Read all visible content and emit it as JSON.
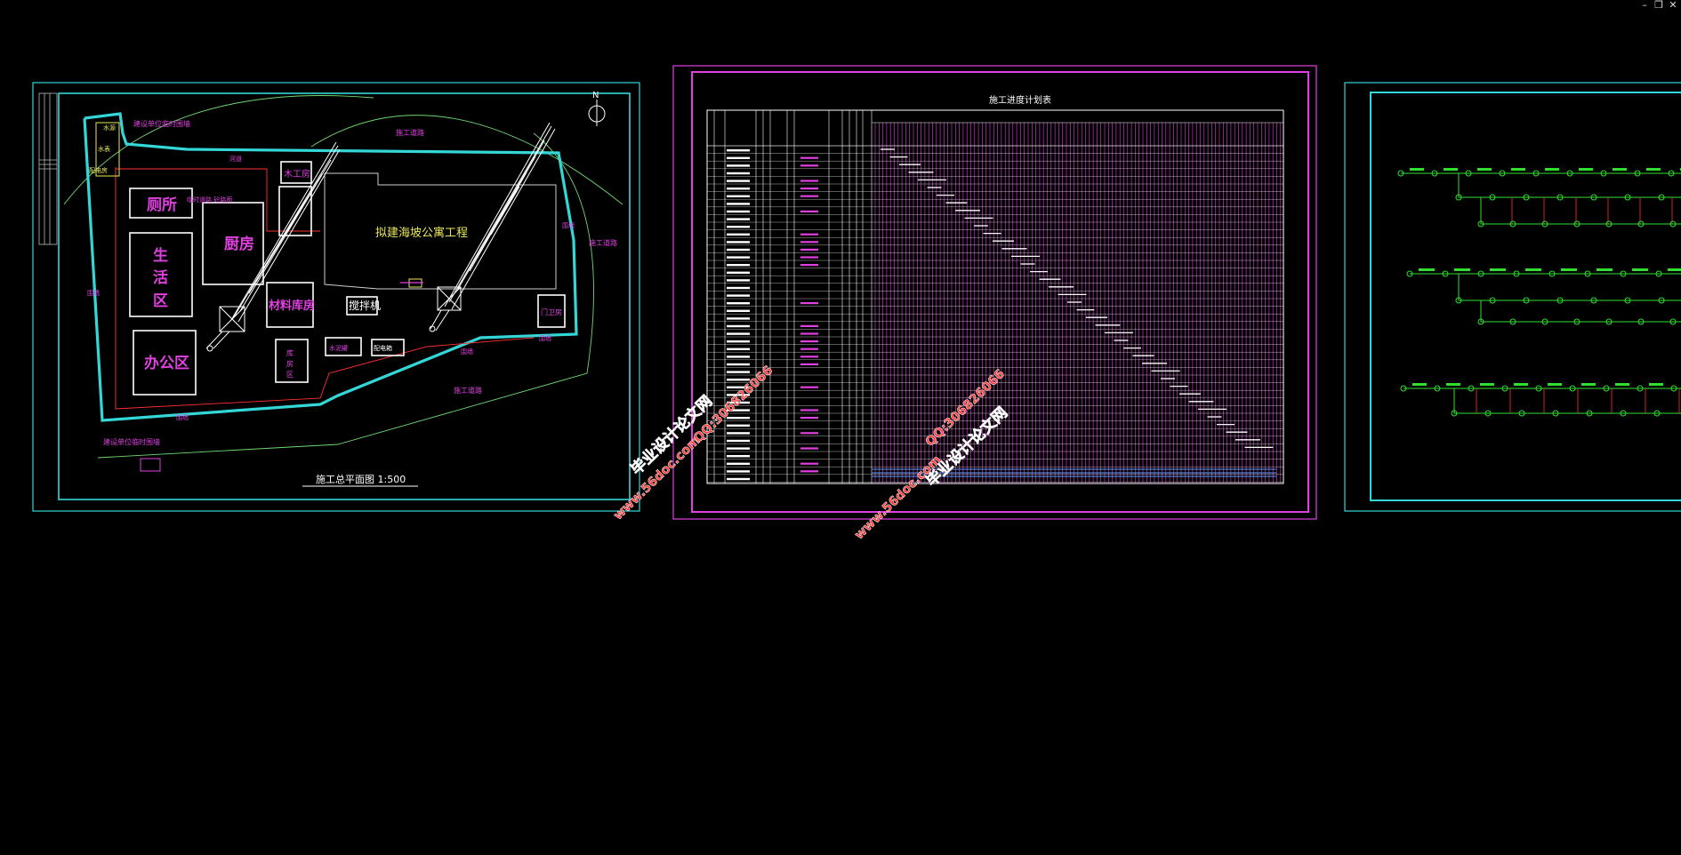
{
  "window": {
    "min_icon": "minimize-icon",
    "restore_icon": "restore-icon",
    "close_icon": "close-icon"
  },
  "colors": {
    "background": "#000000",
    "border_cyan": "#34d7d7",
    "magenta": "#e040e0",
    "yellow": "#e8e85a",
    "green": "#2fe02f",
    "white": "#ffffff",
    "red": "#ff3030",
    "lightgreen": "#6fd86f"
  },
  "sheet1": {
    "title": "施工总平面图 1:500",
    "north": "N",
    "labels": {
      "toilet": "厕所",
      "kitchen": "厨房",
      "living_1": "生",
      "living_2": "活",
      "living_3": "区",
      "office": "办公区",
      "material": "材料库房",
      "mixer": "搅拌机",
      "project": "拟建海坡公寓工程",
      "carpentry": "木工房",
      "gate": "门卫房",
      "steel_1": "库",
      "steel_2": "房",
      "steel_3": "区",
      "water_tank": "水泥罐",
      "power": "配电箱",
      "water_source": "水源",
      "meter": "水表",
      "transformer": "配电房",
      "road_top": "施工道路",
      "road_bottom": "施工道路",
      "road_right": "施工道路",
      "wall_top": "建设单位临时围墙",
      "wall_bottom": "建设单位临时围墙",
      "wall_left": "围墙",
      "wall_right": "围墙",
      "wall_bottom2": "围墙",
      "fence_mid": "临时道路 砼路面",
      "river": "河道"
    }
  },
  "sheet2": {
    "title": "施工进度计划表"
  },
  "watermarks": {
    "site_cn": "毕业设计论文网",
    "site_url": "www.56doc.com",
    "qq": "QQ:306826066"
  }
}
